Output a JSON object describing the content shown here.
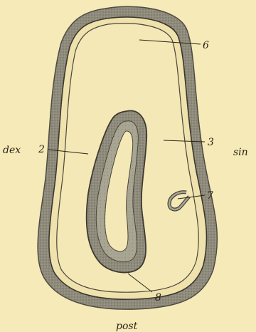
{
  "labels": {
    "dex": "dex",
    "sin": "sin",
    "post": "post",
    "n2": "2",
    "n3": "3",
    "n6": "6",
    "n7": "7",
    "n8": "8"
  },
  "colors": {
    "background": "#f5eab8",
    "wall": "#8a8779",
    "wall_dark": "#5e5a4f",
    "lumen": "#f3e7b3",
    "line": "#2a2418"
  }
}
